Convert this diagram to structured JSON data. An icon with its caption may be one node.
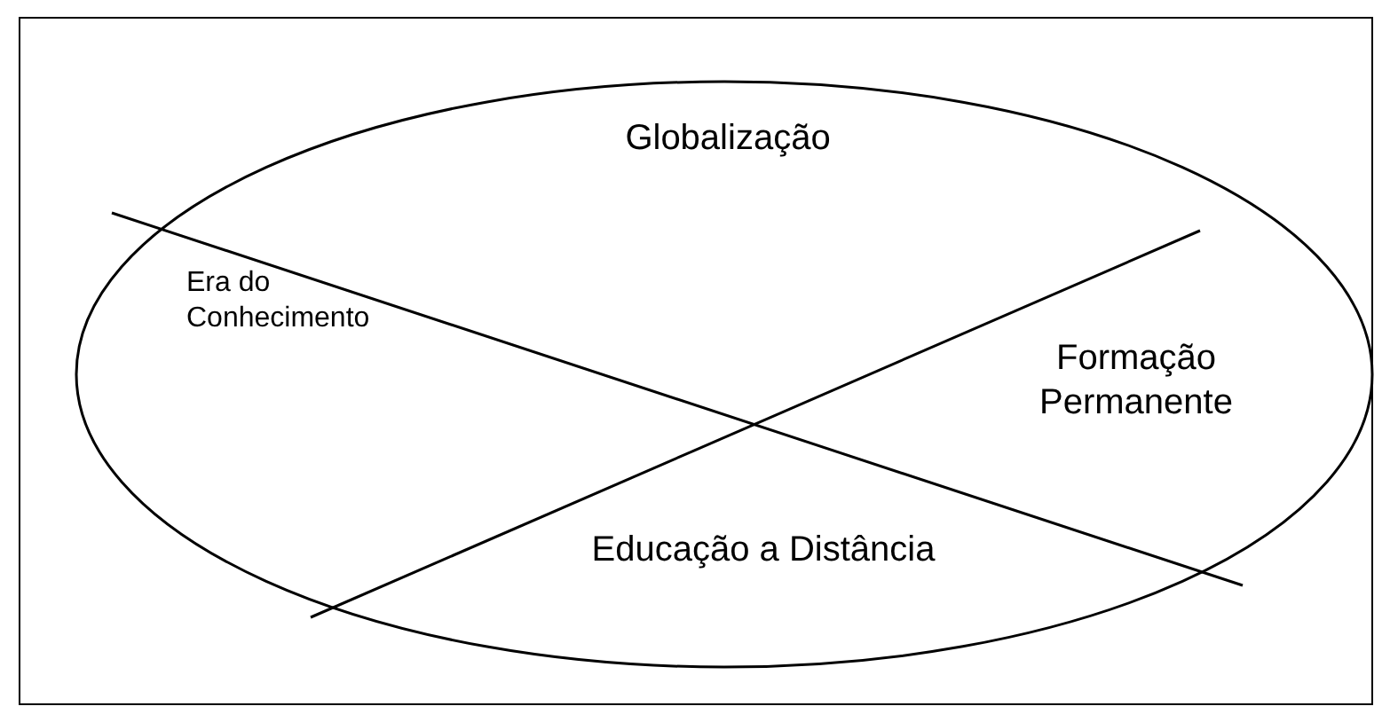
{
  "diagram": {
    "nodes": [
      {
        "text": [
          "Globalização"
        ]
      },
      {
        "text": [
          "Era do Conhecimento"
        ]
      },
      {
        "text": [
          "Formação Permanente"
        ]
      },
      {
        "text": [
          "Educação a Distância"
        ]
      }
    ]
  }
}
